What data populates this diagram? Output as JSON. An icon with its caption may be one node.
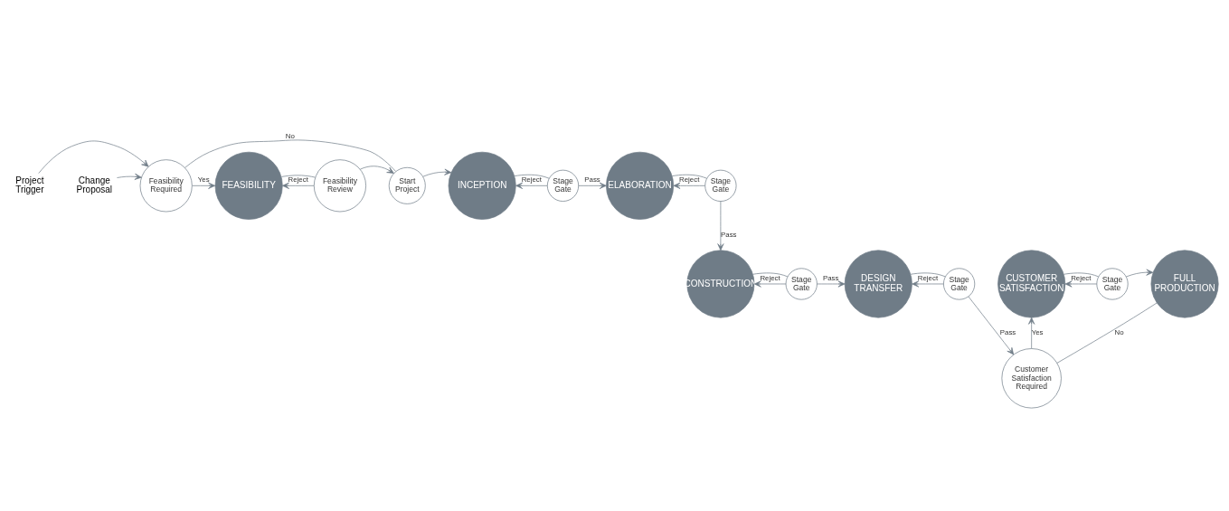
{
  "diagram": {
    "nodes": [
      {
        "text": [
          "Project Trigger"
        ]
      },
      {
        "text": [
          "Change Proposal"
        ]
      },
      {
        "text": [
          "Feasibility Required"
        ]
      },
      {
        "text": [
          "FEASIBILITY"
        ]
      },
      {
        "text": [
          "Feasibility Review"
        ]
      },
      {
        "text": [
          "Start Project"
        ]
      },
      {
        "text": [
          "INCEPTION"
        ]
      },
      {
        "text": [
          "Stage Gate"
        ]
      },
      {
        "text": [
          "ELABORATION"
        ]
      },
      {
        "text": [
          "Stage Gate"
        ]
      },
      {
        "text": [
          "CONSTRUCTION"
        ]
      },
      {
        "text": [
          "Stage Gate"
        ]
      },
      {
        "text": [
          "DESIGN TRANSFER"
        ]
      },
      {
        "text": [
          "Stage Gate"
        ]
      },
      {
        "text": [
          "CUSTOMER SATISFACTION"
        ]
      },
      {
        "text": [
          "Stage Gate"
        ]
      },
      {
        "text": [
          "FULL PRODUCTION"
        ]
      },
      {
        "text": [
          "Customer Satisfaction Required"
        ]
      }
    ],
    "edges": [
      {
        "from": 0,
        "to": 2,
        "arrow": "to"
      },
      {
        "from": 1,
        "to": 2,
        "arrow": "to"
      },
      {
        "from": 2,
        "to": 3,
        "arrow": "to",
        "label": "Yes"
      },
      {
        "from": 2,
        "to": 5,
        "arrow": "none",
        "label": "No"
      },
      {
        "from": 3,
        "to": 4,
        "arrow": "none"
      },
      {
        "from": 4,
        "to": 3,
        "arrow": "to",
        "label": "Reject"
      },
      {
        "from": 4,
        "to": 5,
        "arrow": "to"
      },
      {
        "from": 5,
        "to": 6,
        "arrow": "to"
      },
      {
        "from": 6,
        "to": 7,
        "arrow": "none"
      },
      {
        "from": 7,
        "to": 8,
        "arrow": "to",
        "label": "Pass"
      },
      {
        "from": 7,
        "to": 6,
        "arrow": "to",
        "label": "Reject"
      },
      {
        "from": 8,
        "to": 9,
        "arrow": "none"
      },
      {
        "from": 9,
        "to": 8,
        "arrow": "to",
        "label": "Reject"
      },
      {
        "from": 9,
        "to": 10,
        "arrow": "to",
        "label": "Pass"
      },
      {
        "from": 10,
        "to": 11,
        "arrow": "none"
      },
      {
        "from": 11,
        "to": 12,
        "arrow": "to",
        "label": "Pass"
      },
      {
        "from": 11,
        "to": 10,
        "arrow": "to",
        "label": "Reject"
      },
      {
        "from": 12,
        "to": 13,
        "arrow": "none"
      },
      {
        "from": 13,
        "to": 12,
        "arrow": "to",
        "label": "Reject"
      },
      {
        "from": 13,
        "to": 17,
        "arrow": "to",
        "label": "Pass"
      },
      {
        "from": 17,
        "to": 14,
        "arrow": "to",
        "label": "Yes"
      },
      {
        "from": 17,
        "to": 16,
        "arrow": "none",
        "label": "No"
      },
      {
        "from": 14,
        "to": 15,
        "arrow": "none"
      },
      {
        "from": 15,
        "to": 14,
        "arrow": "to",
        "label": "Reject"
      },
      {
        "from": 15,
        "to": 16,
        "arrow": "to"
      }
    ]
  }
}
